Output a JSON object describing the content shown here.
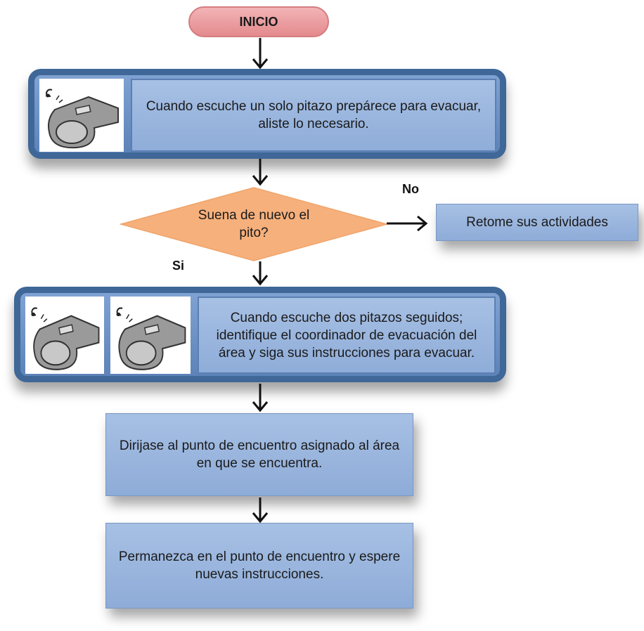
{
  "start": {
    "label": "INICIO"
  },
  "step1": {
    "text": "Cuando escuche un solo pitazo prepárece para evacuar, aliste lo necesario.",
    "icon": "whistle-icon"
  },
  "decision": {
    "text": "Suena de nuevo el pito?",
    "no_label": "No",
    "yes_label": "Si"
  },
  "no_branch": {
    "text": "Retome sus actividades"
  },
  "step2": {
    "text": "Cuando escuche dos pitazos seguidos; identifique el coordinador de evacuación del área y siga sus instrucciones para evacuar.",
    "icon": "whistle-icon"
  },
  "step3": {
    "text": "Dirijase al punto de encuentro asignado al área en que se encuentra."
  },
  "step4": {
    "text": "Permanezca en el punto de encuentro y espere nuevas instrucciones."
  },
  "colors": {
    "start_fill": "#e88f92",
    "panel_border": "#3f6797",
    "box_fill": "#9db8e0",
    "decision_fill": "#f6b07c"
  }
}
